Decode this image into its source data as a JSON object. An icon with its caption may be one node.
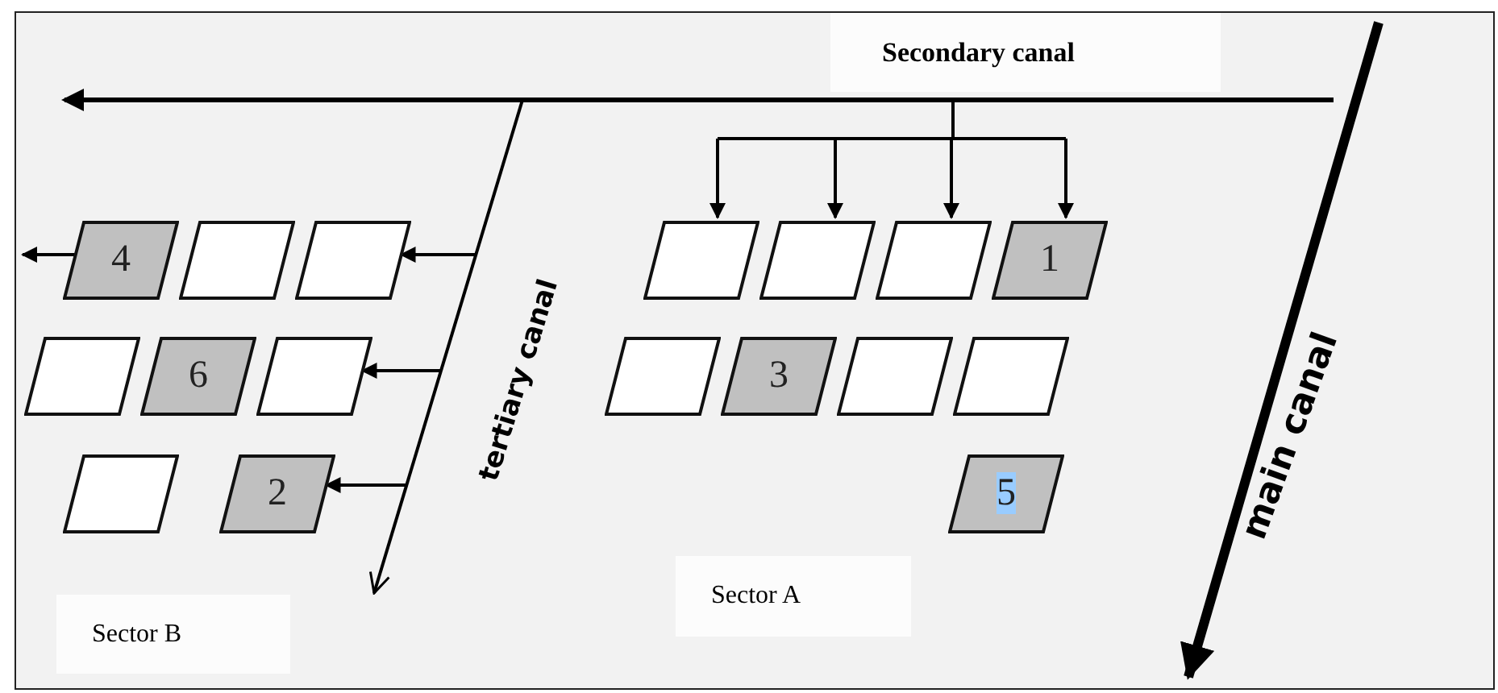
{
  "diagram": {
    "nodes": [
      {
        "text": [
          "Secondary canal"
        ]
      },
      {
        "text": [
          "4"
        ]
      },
      {
        "text": [],
        "shape": "parallelogram"
      },
      {
        "text": [],
        "shape": "parallelogram"
      },
      {
        "text": [],
        "shape": "parallelogram"
      },
      {
        "text": [],
        "shape": "parallelogram"
      },
      {
        "text": [],
        "shape": "parallelogram"
      },
      {
        "text": [
          "1"
        ]
      },
      {
        "text": [],
        "shape": "parallelogram"
      },
      {
        "text": [
          "6"
        ]
      },
      {
        "text": [],
        "shape": "parallelogram"
      },
      {
        "text": [],
        "shape": "parallelogram"
      },
      {
        "text": [
          "3"
        ]
      },
      {
        "text": [],
        "shape": "parallelogram"
      },
      {
        "text": [],
        "shape": "parallelogram"
      },
      {
        "text": [],
        "shape": "parallelogram"
      },
      {
        "text": [
          "2"
        ]
      },
      {
        "text": [
          "5"
        ]
      },
      {
        "text": [
          "Sector A"
        ]
      },
      {
        "text": [
          "Sector B"
        ]
      }
    ],
    "edges": [
      {
        "from": null,
        "to": 4,
        "arrow": "to"
      },
      {
        "from": null,
        "to": 5,
        "arrow": "to"
      },
      {
        "from": null,
        "to": 6,
        "arrow": "to"
      },
      {
        "from": null,
        "to": 7,
        "arrow": "to"
      },
      {
        "from": 1,
        "to": null,
        "arrow": "to"
      },
      {
        "from": null,
        "to": 3,
        "arrow": "to"
      },
      {
        "from": null,
        "to": 10,
        "arrow": "to"
      },
      {
        "from": null,
        "to": 16,
        "arrow": "to"
      }
    ],
    "labels": [
      "tertiary canal",
      "main canal"
    ]
  }
}
